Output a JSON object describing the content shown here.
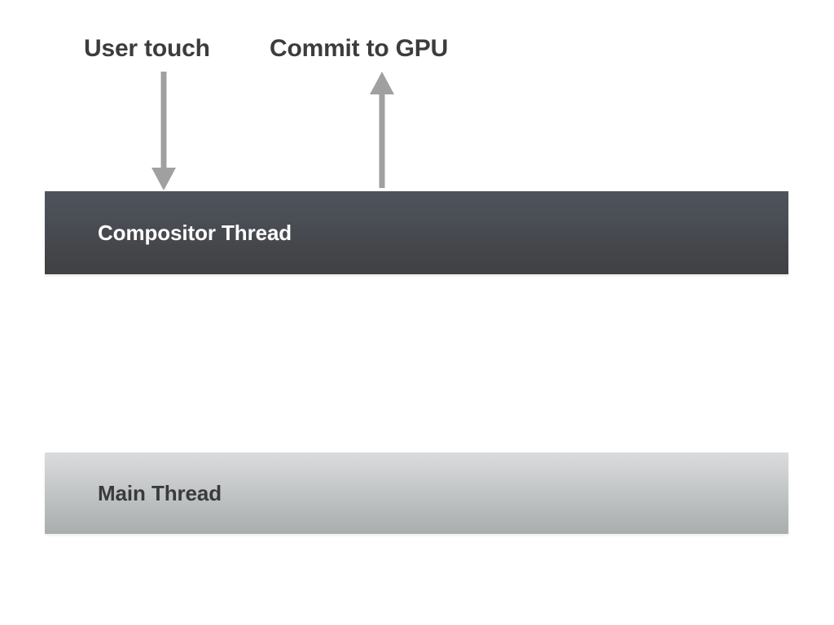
{
  "diagram": {
    "title_annotations": [
      {
        "id": "user-touch",
        "text": "User touch",
        "color": "#3c3c3e",
        "arrow": {
          "name": "down-arrow-icon",
          "direction": "down",
          "color": "#a0a0a0"
        }
      },
      {
        "id": "commit-to-gpu",
        "text": "Commit to GPU",
        "color": "#3c3c3e",
        "arrow": {
          "name": "up-arrow-icon",
          "direction": "up",
          "color": "#a0a0a0"
        }
      }
    ],
    "bars": [
      {
        "id": "compositor-thread",
        "label": "Compositor Thread",
        "text_color": "#ffffff",
        "fill_top": "#4f535b",
        "fill_bottom": "#3f4144"
      },
      {
        "id": "main-thread",
        "label": "Main Thread",
        "text_color": "#3a3a3c",
        "fill_top": "#d9dbdd",
        "fill_bottom": "#a9adad"
      }
    ],
    "background_color": "#ffffff"
  }
}
